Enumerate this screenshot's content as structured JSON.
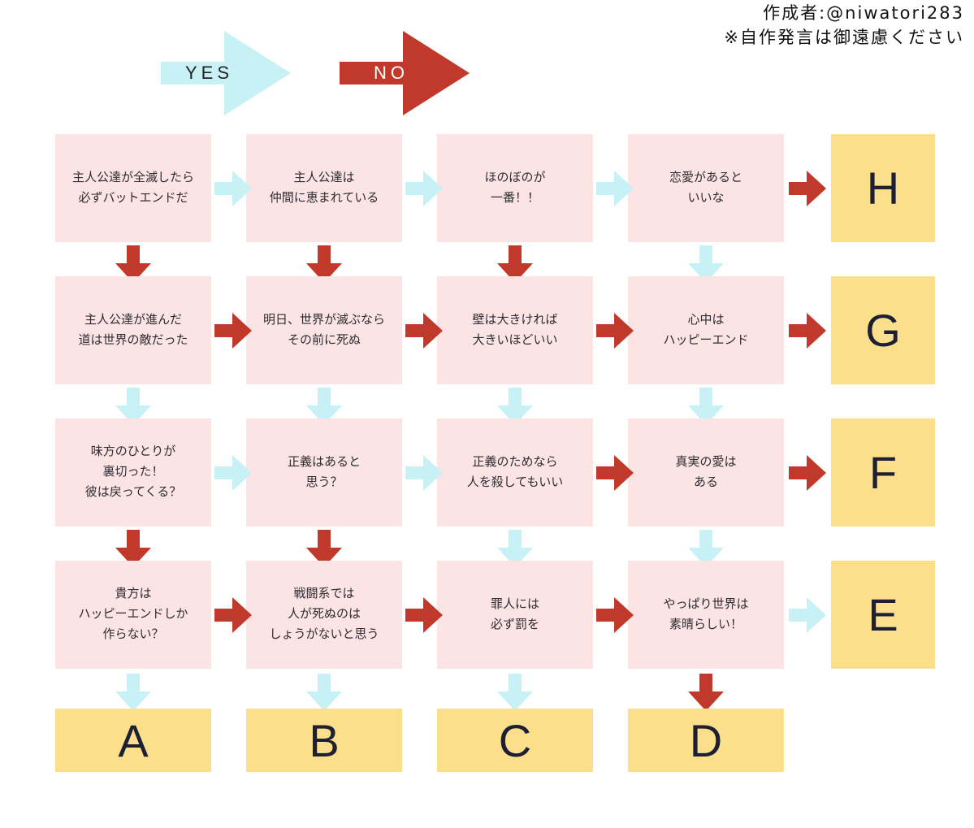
{
  "credit": {
    "line1": "作成者:@niwatori283",
    "line2": "※自作発言は御遠慮ください"
  },
  "legend": {
    "yes_label": "YES",
    "yes_color": "#c8f1f5",
    "no_label": "NO",
    "no_color": "#c0392b",
    "yes_icon": "arrow-right-icon",
    "no_icon": "arrow-right-icon"
  },
  "colors": {
    "question_box": "#fce3e4",
    "result_box": "#fbdf8a",
    "yes_arrow": "#c8f1f5",
    "no_arrow": "#c0392b",
    "text": "#2c2c34",
    "result_text": "#1d2035"
  },
  "chart_data": {
    "type": "diagram",
    "title": "バッドエンド／ハッピーエンド診断フローチャート",
    "rows": [
      {
        "row": 1,
        "questions": [
          "主人公達が全滅したら\n必ずバットエンドだ",
          "主人公達は\n仲間に恵まれている",
          "ほのぼのが\n一番！！",
          "恋愛があると\nいいな"
        ],
        "result": "H",
        "h_arrows": [
          "yes",
          "yes",
          "yes",
          "no"
        ],
        "v_arrows": [
          "no",
          "no",
          "no",
          "yes"
        ]
      },
      {
        "row": 2,
        "questions": [
          "主人公達が進んだ\n道は世界の敵だった",
          "明日、世界が滅ぶなら\nその前に死ぬ",
          "壁は大きければ\n大きいほどいい",
          "心中は\nハッピーエンド"
        ],
        "result": "G",
        "h_arrows": [
          "no",
          "no",
          "no",
          "no"
        ],
        "v_arrows": [
          "yes",
          "yes",
          "yes",
          "yes"
        ]
      },
      {
        "row": 3,
        "questions": [
          "味方のひとりが\n裏切った！\n彼は戻ってくる？",
          "正義はあると\n思う？",
          "正義のためなら\n人を殺してもいい",
          "真実の愛は\nある"
        ],
        "result": "F",
        "h_arrows": [
          "yes",
          "yes",
          "no",
          "no"
        ],
        "v_arrows": [
          "no",
          "no",
          "yes",
          "yes"
        ]
      },
      {
        "row": 4,
        "questions": [
          "貴方は\nハッピーエンドしか\n作らない？",
          "戦闘系では\n人が死ぬのは\nしょうがないと思う",
          "罪人には\n必ず罰を",
          "やっぱり世界は\n素晴らしい！"
        ],
        "result": "E",
        "h_arrows": [
          "no",
          "no",
          "no",
          "yes"
        ],
        "v_arrows": [
          "yes",
          "yes",
          "yes",
          "no"
        ]
      }
    ],
    "end_results": [
      "A",
      "B",
      "C",
      "D"
    ],
    "side_results": [
      "H",
      "G",
      "F",
      "E"
    ]
  },
  "boxes": {
    "r1c1": "主人公達が全滅したら\n必ずバットエンドだ",
    "r1c2": "主人公達は\n仲間に恵まれている",
    "r1c3": "ほのぼのが\n一番！！",
    "r1c4": "恋愛があると\nいいな",
    "r1c5": "H",
    "r2c1": "主人公達が進んだ\n道は世界の敵だった",
    "r2c2": "明日、世界が滅ぶなら\nその前に死ぬ",
    "r2c3": "壁は大きければ\n大きいほどいい",
    "r2c4": "心中は\nハッピーエンド",
    "r2c5": "G",
    "r3c1": "味方のひとりが\n裏切った！\n彼は戻ってくる？",
    "r3c2": "正義はあると\n思う？",
    "r3c3": "正義のためなら\n人を殺してもいい",
    "r3c4": "真実の愛は\nある",
    "r3c5": "F",
    "r4c1": "貴方は\nハッピーエンドしか\n作らない？",
    "r4c2": "戦闘系では\n人が死ぬのは\nしょうがないと思う",
    "r4c3": "罪人には\n必ず罰を",
    "r4c4": "やっぱり世界は\n素晴らしい！",
    "r4c5": "E",
    "endA": "A",
    "endB": "B",
    "endC": "C",
    "endD": "D"
  }
}
